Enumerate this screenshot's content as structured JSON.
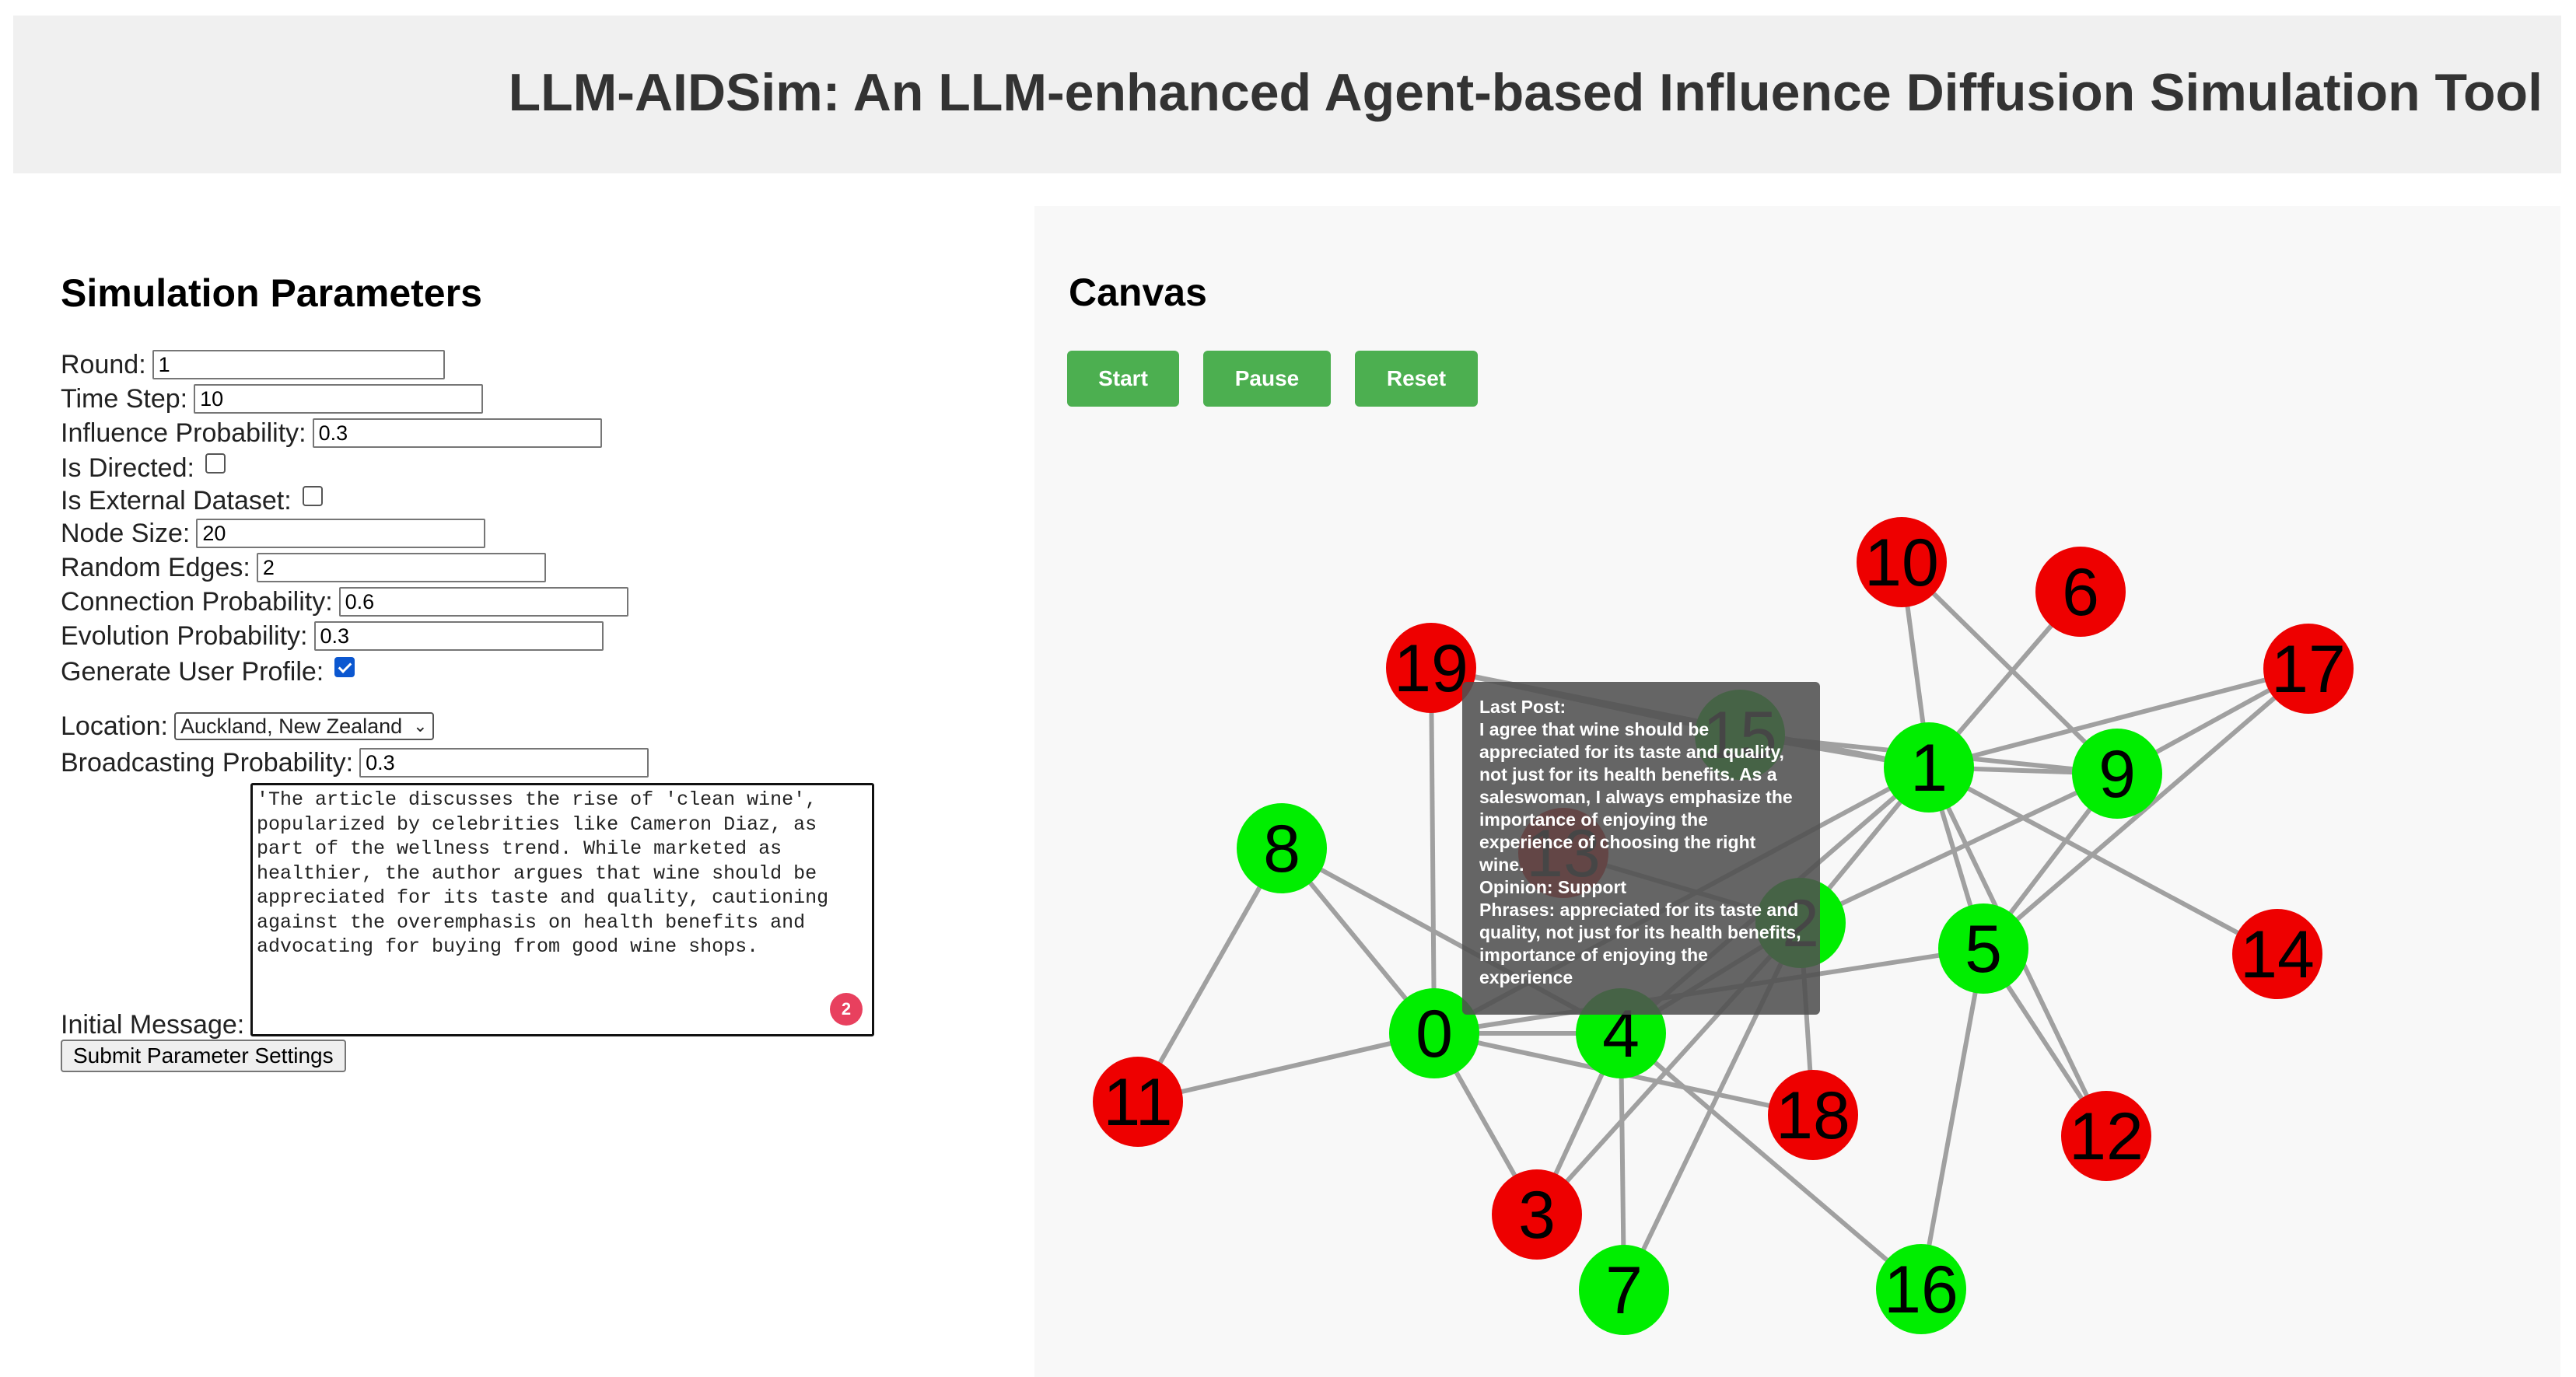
{
  "header": {
    "title": "LLM-AIDSim: An LLM-enhanced Agent-based Influence Diffusion Simulation Tool"
  },
  "params": {
    "title": "Simulation Parameters",
    "round": {
      "label": "Round:",
      "value": "1"
    },
    "time_step": {
      "label": "Time Step:",
      "value": "10"
    },
    "influence_probability": {
      "label": "Influence Probability:",
      "value": "0.3"
    },
    "is_directed": {
      "label": "Is Directed:",
      "checked": false
    },
    "is_external_dataset": {
      "label": "Is External Dataset:",
      "checked": false
    },
    "node_size": {
      "label": "Node Size:",
      "value": "20"
    },
    "random_edges": {
      "label": "Random Edges:",
      "value": "2"
    },
    "connection_probability": {
      "label": "Connection Probability:",
      "value": "0.6"
    },
    "evolution_probability": {
      "label": "Evolution Probability:",
      "value": "0.3"
    },
    "generate_user_profile": {
      "label": "Generate User Profile:",
      "checked": true
    },
    "location": {
      "label": "Location:",
      "value": "Auckland, New Zealand"
    },
    "broadcasting_probability": {
      "label": "Broadcasting Probability:",
      "value": "0.3"
    },
    "initial_message": {
      "label": "Initial Message:",
      "value": "'The article discusses the rise of 'clean wine',\npopularized by celebrities like Cameron Diaz, as\npart of the wellness trend. While marketed as\nhealthier, the author argues that wine should be\nappreciated for its taste and quality, cautioning\nagainst the overemphasis on health benefits and\nadvocating for buying from good wine shops.",
      "badge_count": "2"
    },
    "submit_label": "Submit Parameter Settings"
  },
  "canvas": {
    "title": "Canvas",
    "buttons": {
      "start": "Start",
      "pause": "Pause",
      "reset": "Reset"
    },
    "colors": {
      "support": "#00ee00",
      "oppose": "#ee0000",
      "edge": "#a0a0a0",
      "button": "#4caf50"
    },
    "nodes": [
      {
        "id": "0",
        "state": "support"
      },
      {
        "id": "1",
        "state": "support"
      },
      {
        "id": "2",
        "state": "support"
      },
      {
        "id": "3",
        "state": "oppose"
      },
      {
        "id": "4",
        "state": "support"
      },
      {
        "id": "5",
        "state": "support"
      },
      {
        "id": "6",
        "state": "oppose"
      },
      {
        "id": "7",
        "state": "support"
      },
      {
        "id": "8",
        "state": "support"
      },
      {
        "id": "9",
        "state": "support"
      },
      {
        "id": "10",
        "state": "oppose"
      },
      {
        "id": "11",
        "state": "oppose"
      },
      {
        "id": "12",
        "state": "oppose"
      },
      {
        "id": "13",
        "state": "oppose"
      },
      {
        "id": "14",
        "state": "oppose"
      },
      {
        "id": "15",
        "state": "support"
      },
      {
        "id": "16",
        "state": "support"
      },
      {
        "id": "17",
        "state": "oppose"
      },
      {
        "id": "18",
        "state": "oppose"
      },
      {
        "id": "19",
        "state": "oppose"
      }
    ],
    "edges": [
      [
        "19",
        "0"
      ],
      [
        "19",
        "1"
      ],
      [
        "19",
        "15"
      ],
      [
        "15",
        "1"
      ],
      [
        "15",
        "9"
      ],
      [
        "10",
        "1"
      ],
      [
        "10",
        "9"
      ],
      [
        "6",
        "1"
      ],
      [
        "17",
        "1"
      ],
      [
        "17",
        "5"
      ],
      [
        "17",
        "9"
      ],
      [
        "1",
        "9"
      ],
      [
        "1",
        "5"
      ],
      [
        "1",
        "2"
      ],
      [
        "1",
        "4"
      ],
      [
        "1",
        "14"
      ],
      [
        "1",
        "12"
      ],
      [
        "1",
        "0"
      ],
      [
        "9",
        "5"
      ],
      [
        "9",
        "2"
      ],
      [
        "8",
        "0"
      ],
      [
        "8",
        "11"
      ],
      [
        "8",
        "4"
      ],
      [
        "0",
        "11"
      ],
      [
        "0",
        "4"
      ],
      [
        "0",
        "3"
      ],
      [
        "0",
        "5"
      ],
      [
        "0",
        "18"
      ],
      [
        "2",
        "4"
      ],
      [
        "2",
        "3"
      ],
      [
        "2",
        "7"
      ],
      [
        "2",
        "18"
      ],
      [
        "2",
        "13"
      ],
      [
        "4",
        "3"
      ],
      [
        "4",
        "7"
      ],
      [
        "4",
        "16"
      ],
      [
        "5",
        "16"
      ],
      [
        "5",
        "12"
      ]
    ],
    "tooltip": {
      "heading": "Last Post:",
      "post": "I agree that wine should be appreciated for its taste and quality, not just for its health benefits. As a saleswoman, I always emphasize the importance of enjoying the experience of choosing the right wine.",
      "opinion": "Opinion: Support",
      "phrases": "Phrases: appreciated for its taste and quality, not just for its health benefits, importance of enjoying the experience"
    }
  }
}
